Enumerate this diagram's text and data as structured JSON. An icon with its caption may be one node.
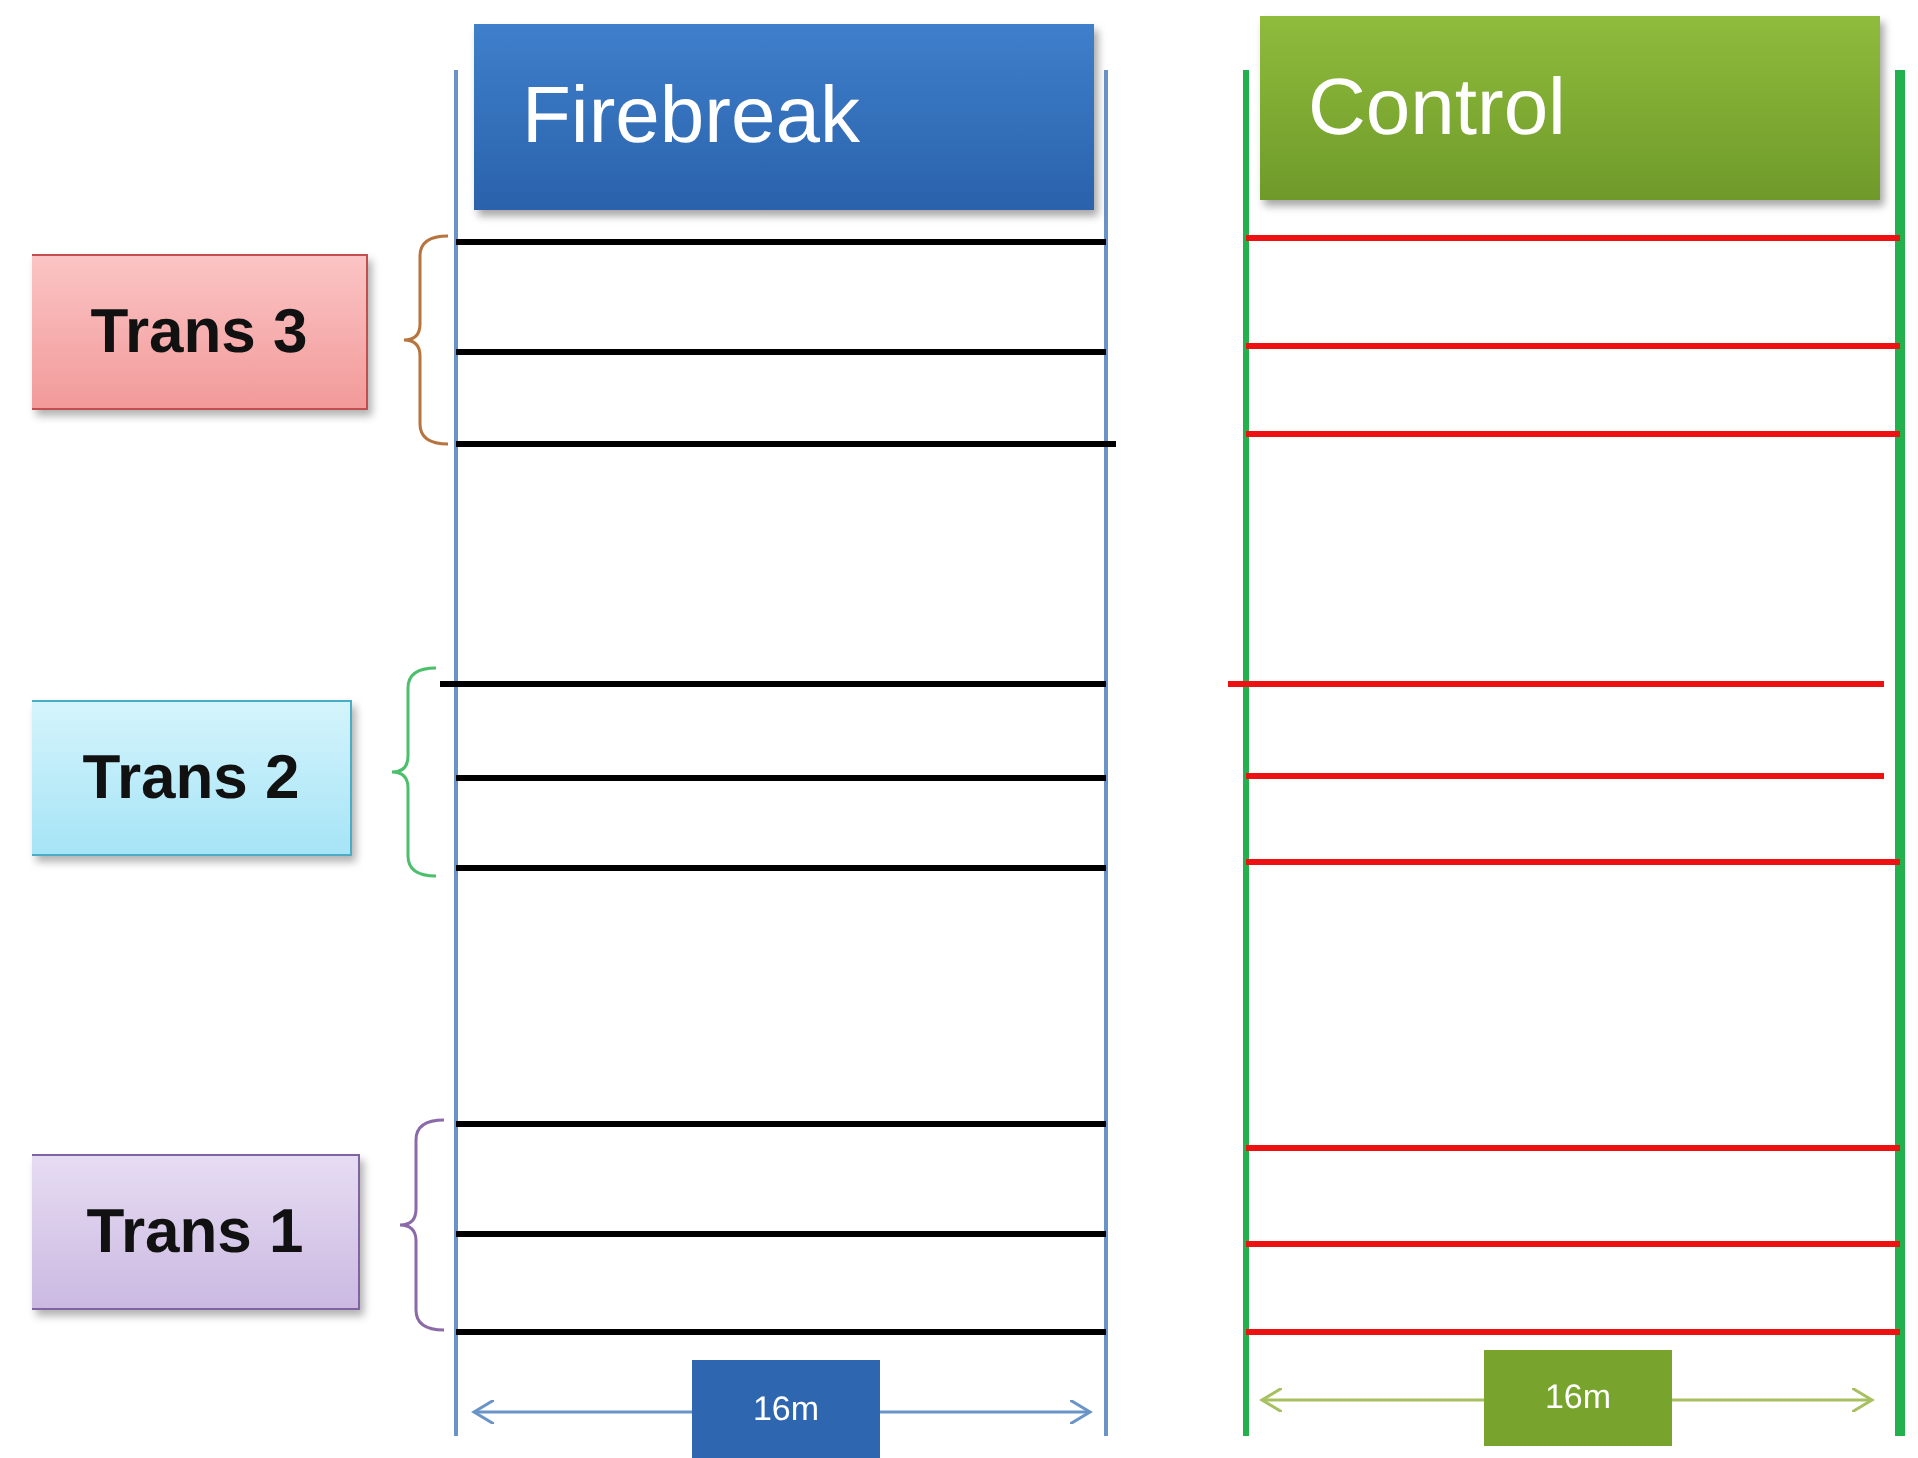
{
  "diagram": {
    "nodes": [
      {
        "text": [
          "Firebreak"
        ]
      },
      {
        "text": [
          "Control"
        ]
      },
      {
        "text": [
          "Trans 3"
        ]
      },
      {
        "text": [
          "Trans 2"
        ]
      },
      {
        "text": [
          "Trans 1"
        ]
      },
      {
        "text": [
          "16m"
        ]
      },
      {
        "text": [
          "16m"
        ]
      }
    ]
  }
}
